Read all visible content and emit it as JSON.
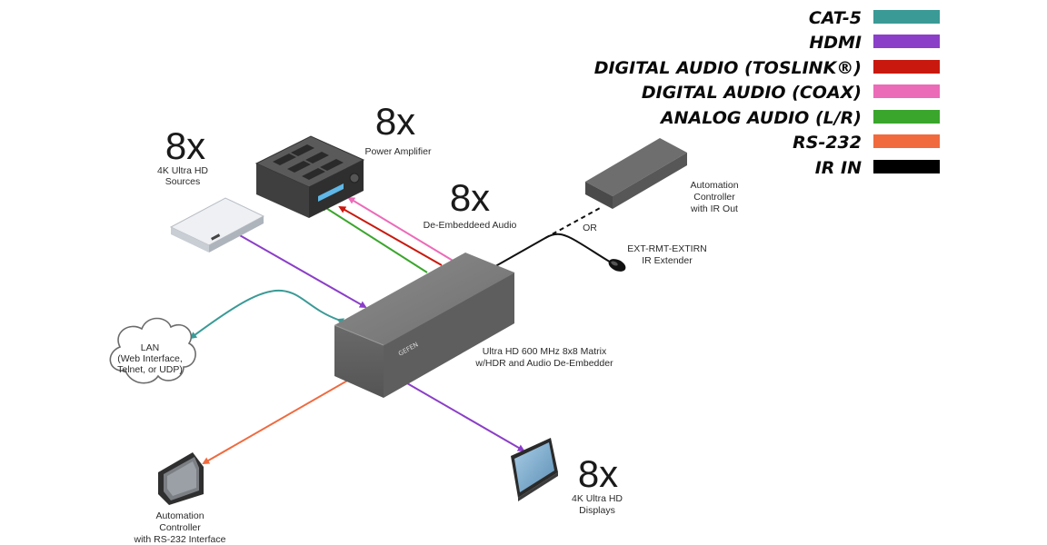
{
  "legend": [
    {
      "label": "CAT-5",
      "color": "#3a9a96"
    },
    {
      "label": "HDMI",
      "color": "#8b3fc8"
    },
    {
      "label": "DIGITAL AUDIO (TOSLINK®)",
      "color": "#c9190f"
    },
    {
      "label": "DIGITAL AUDIO (COAX)",
      "color": "#ec6bb8"
    },
    {
      "label": "ANALOG AUDIO (L/R)",
      "color": "#3aa62c"
    },
    {
      "label": "RS-232",
      "color": "#f06a3e"
    },
    {
      "label": "IR IN",
      "color": "#000000"
    }
  ],
  "sources": {
    "count": "8x",
    "line1": "4K Ultra  HD",
    "line2": "Sources"
  },
  "amplifier": {
    "count": "8x",
    "line1": "Power Amplifier"
  },
  "audio": {
    "count": "8x",
    "line1": "De-Embeddeed Audio"
  },
  "automation_ir": {
    "line1": "Automation",
    "line2": "Controller",
    "line3": "with IR Out"
  },
  "or_label": "OR",
  "ir_extender": {
    "line1": "EXT-RMT-EXTIRN",
    "line2": "IR Extender"
  },
  "lan": {
    "line1": "LAN",
    "line2": "(Web Interface,",
    "line3": "Telnet, or UDP)"
  },
  "matrix": {
    "line1": "Ultra HD 600 MHz 8x8 Matrix",
    "line2": "w/HDR and Audio De-Embedder",
    "brand": "GEFEN"
  },
  "automation_rs232": {
    "line1": "Automation",
    "line2": "Controller",
    "line3": "with RS-232 Interface"
  },
  "displays": {
    "count": "8x",
    "line1": "4K Ultra HD",
    "line2": "Displays"
  }
}
